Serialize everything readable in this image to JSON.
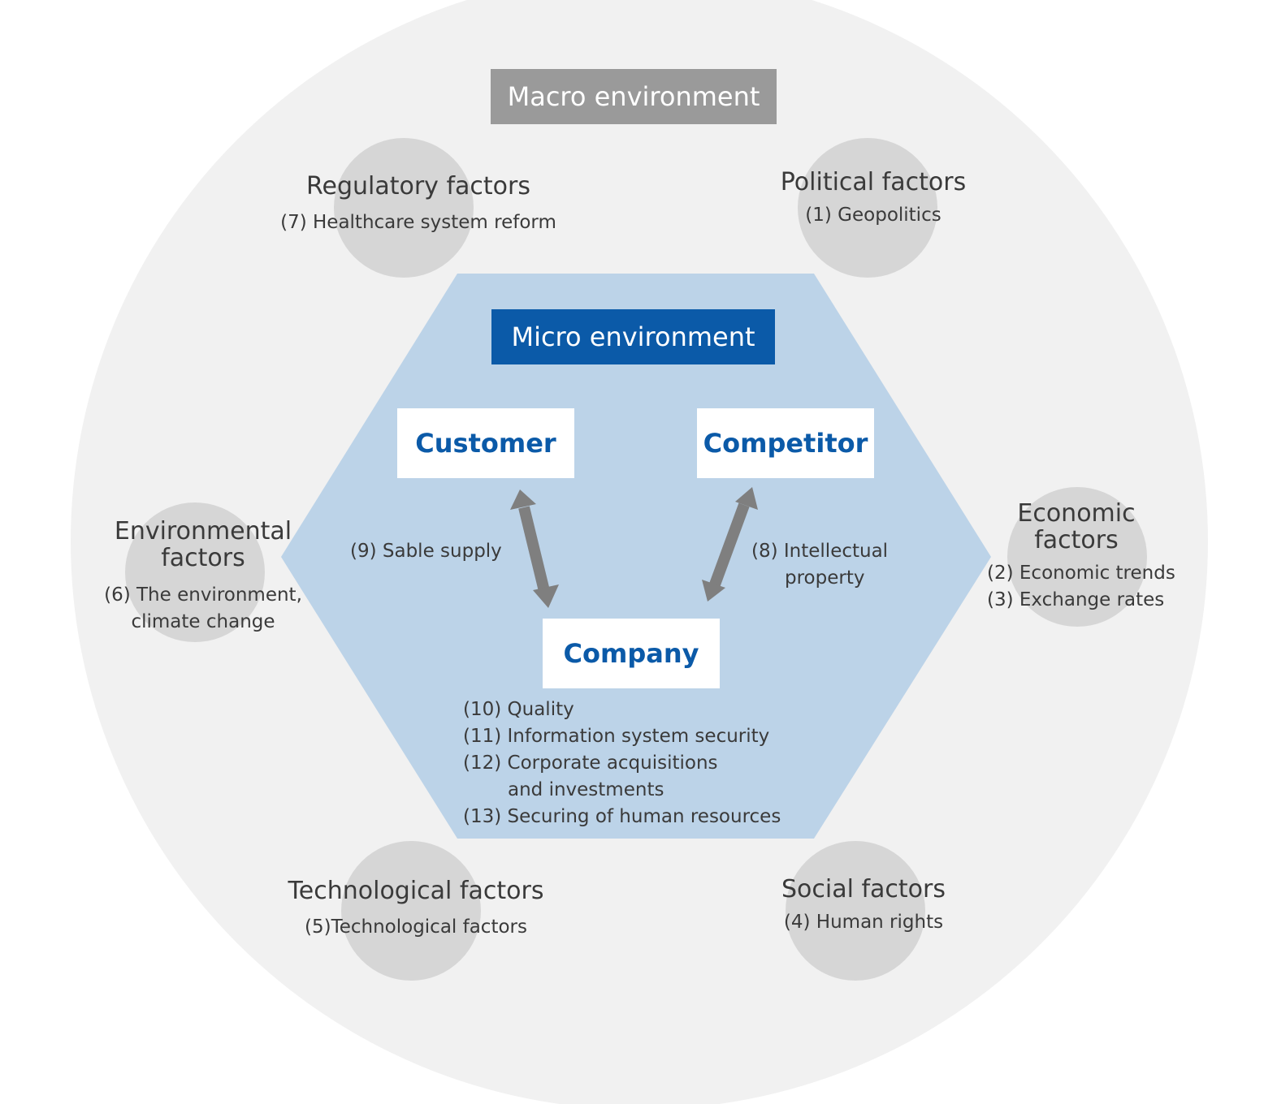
{
  "colors": {
    "outer_circle": "#f1f1f1",
    "factor_circle": "#d6d6d6",
    "hexagon": "#bcd3e8",
    "macro_label_bg": "#9a9a9a",
    "micro_label_bg": "#0b5aa8",
    "entity_text": "#0b5aa8",
    "arrow": "#7f7f7f"
  },
  "macro": {
    "label": "Macro environment"
  },
  "micro": {
    "label": "Micro environment"
  },
  "factors": {
    "regulatory": {
      "title": "Regulatory factors",
      "items": [
        "(7) Healthcare system reform"
      ]
    },
    "political": {
      "title": "Political factors",
      "items": [
        "(1) Geopolitics"
      ]
    },
    "economic": {
      "title_lines": [
        "Economic",
        "factors"
      ],
      "items": [
        "(2) Economic trends",
        "(3) Exchange rates"
      ]
    },
    "environmental": {
      "title_lines": [
        "Environmental",
        "factors"
      ],
      "items": [
        "(6) The environment,",
        "climate change"
      ]
    },
    "technological": {
      "title": "Technological factors",
      "items": [
        "(5)Technological factors"
      ]
    },
    "social": {
      "title": "Social factors",
      "items": [
        "(4) Human rights"
      ]
    }
  },
  "entities": {
    "customer": "Customer",
    "competitor": "Competitor",
    "company": "Company"
  },
  "relations": {
    "customer_company": "(9) Sable supply",
    "competitor_company": [
      "(8) Intellectual",
      "property"
    ]
  },
  "company_risks": [
    "(10) Quality",
    "(11) Information system security",
    "(12) Corporate acquisitions",
    "and investments",
    "(13) Securing of human resources"
  ]
}
